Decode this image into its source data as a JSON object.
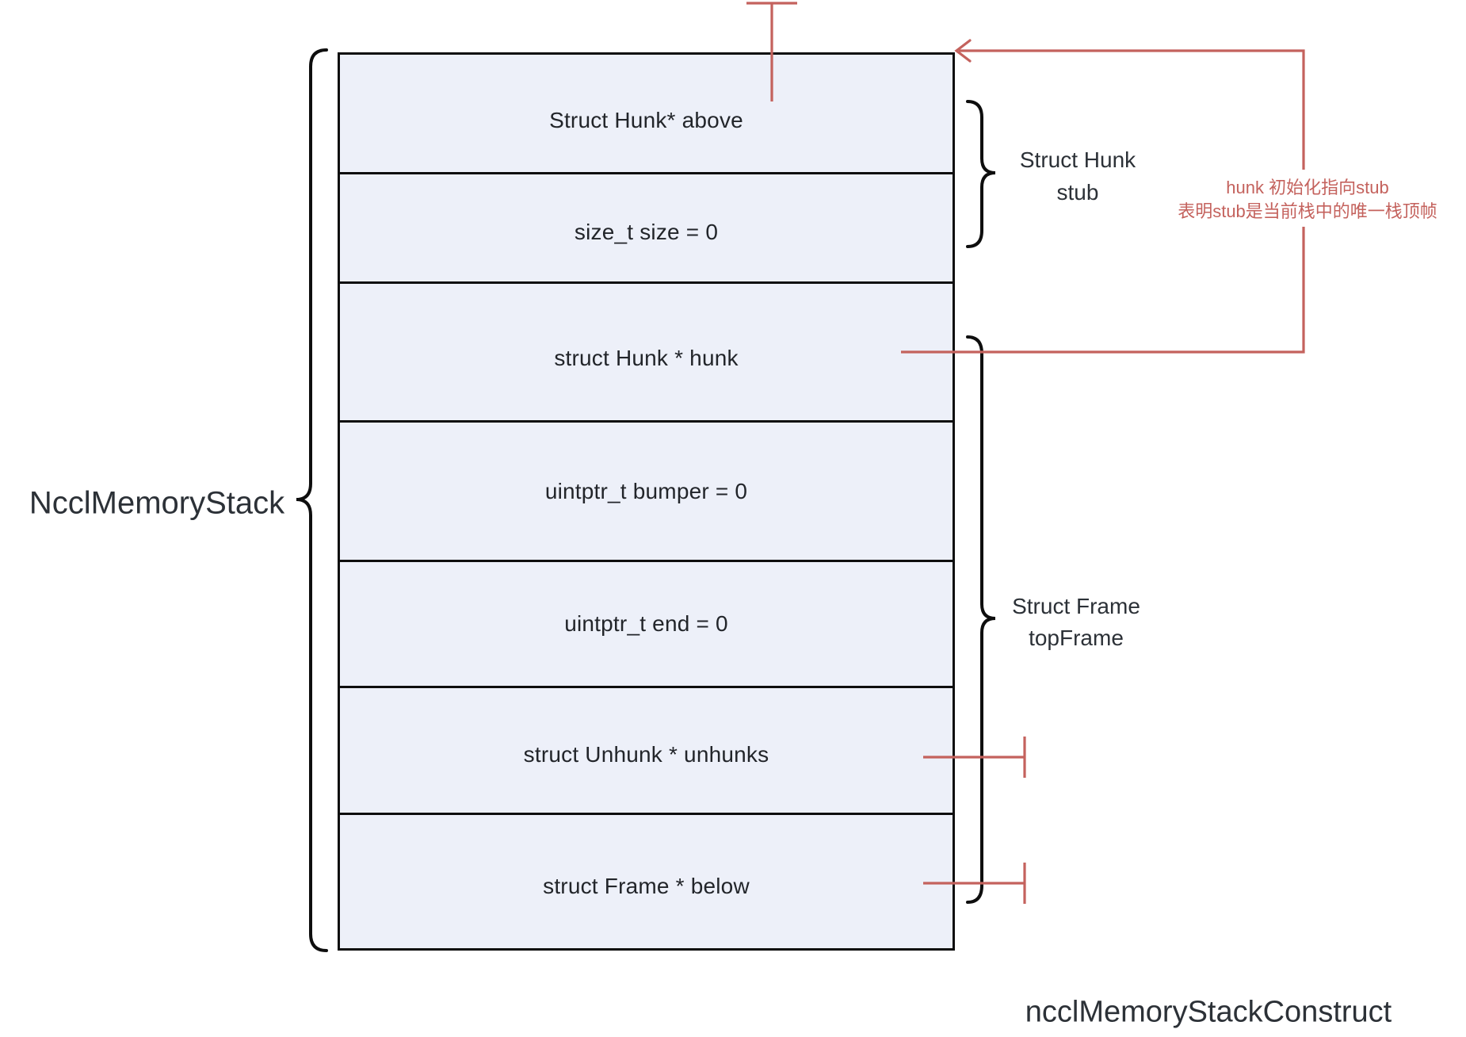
{
  "colors": {
    "accent_red": "#c4625d",
    "line_black": "#0e0e0e",
    "box_fill": "#edf0f9"
  },
  "stack": {
    "title": "NcclMemoryStack",
    "rows": [
      "Struct Hunk* above",
      "size_t size = 0",
      "struct Hunk * hunk",
      "uintptr_t bumper = 0",
      "uintptr_t end = 0",
      "struct Unhunk * unhunks",
      "struct Frame * below"
    ]
  },
  "braces": {
    "stub": {
      "line1": "Struct Hunk",
      "line2": "stub"
    },
    "topframe": {
      "line1": "Struct Frame",
      "line2": "topFrame"
    }
  },
  "annotation": {
    "line1": "hunk 初始化指向stub",
    "line2": "表明stub是当前栈中的唯一栈顶帧"
  },
  "footer": {
    "function_name": "ncclMemoryStackConstruct"
  }
}
